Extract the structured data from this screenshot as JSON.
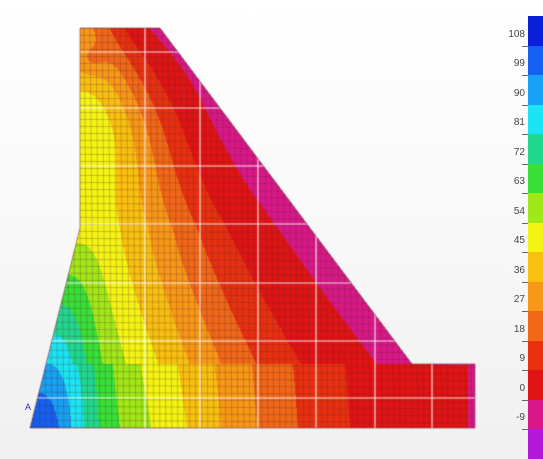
{
  "legend": {
    "ticks": [
      "108",
      "99",
      "90",
      "81",
      "72",
      "63",
      "54",
      "45",
      "36",
      "27",
      "18",
      "9",
      "0",
      "-9"
    ],
    "colors": [
      "#0a1ed8",
      "#1460f0",
      "#18a0f4",
      "#1ce4f4",
      "#20d890",
      "#38e038",
      "#a0e818",
      "#f4f414",
      "#f8c010",
      "#f89818",
      "#f06818",
      "#e83010",
      "#e01414",
      "#d81888",
      "#b418d8"
    ]
  },
  "contour": {
    "stops": [
      {
        "value": -9,
        "color": "#b418d8"
      },
      {
        "value": 0,
        "color": "#d81888"
      },
      {
        "value": 9,
        "color": "#e01414"
      },
      {
        "value": 18,
        "color": "#e83010"
      },
      {
        "value": 27,
        "color": "#f06818"
      },
      {
        "value": 36,
        "color": "#f89818"
      },
      {
        "value": 45,
        "color": "#f8c010"
      },
      {
        "value": 54,
        "color": "#f4f414"
      },
      {
        "value": 63,
        "color": "#a0e818"
      },
      {
        "value": 72,
        "color": "#38e038"
      },
      {
        "value": 81,
        "color": "#20d890"
      },
      {
        "value": 90,
        "color": "#1ce4f4"
      },
      {
        "value": 99,
        "color": "#18a0f4"
      },
      {
        "value": 108,
        "color": "#1460f0"
      }
    ]
  },
  "axis_marker_text": "A"
}
